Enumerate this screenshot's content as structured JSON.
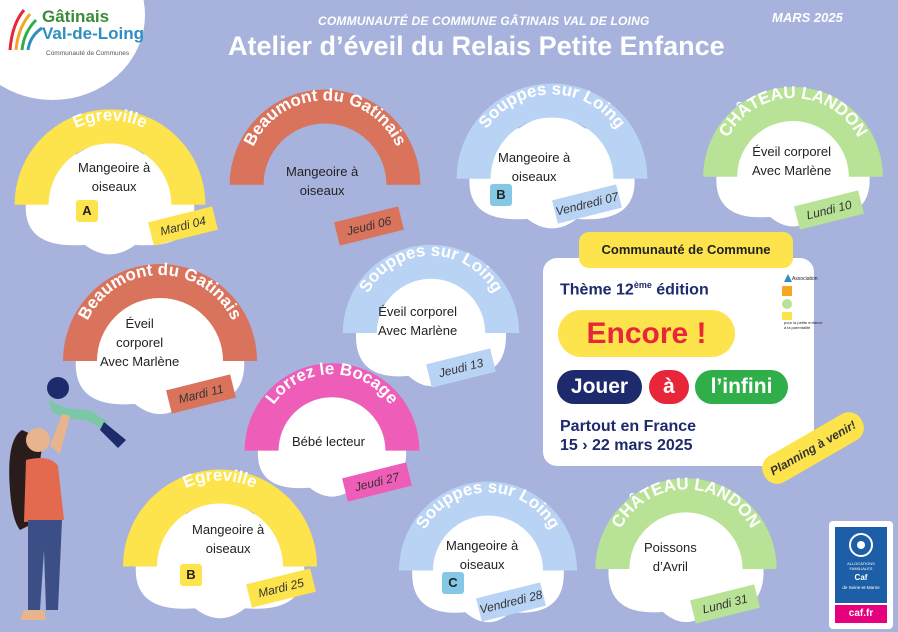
{
  "header": {
    "logo_line1": "Gâtinais",
    "logo_line2": "Val-de-Loing",
    "logo_sub": "Communauté de Communes",
    "subtitle": "COMMUNAUTÉ DE COMMUNE GÂTINAIS VAL DE LOING",
    "title": "Atelier d’éveil du Relais Petite Enfance",
    "date": "MARS 2025"
  },
  "colors": {
    "background": "#a7b3dc",
    "yellow": "#fde34c",
    "terracotta": "#d9735c",
    "light_blue": "#b9d3f5",
    "green": "#b8e396",
    "pink": "#ee5eb8",
    "navy": "#1d2a6b",
    "red": "#e8263a",
    "green_pill": "#2fae4a"
  },
  "sessions": [
    {
      "town": "Egreville",
      "activity_lines": [
        "Mangeoire à",
        "oiseaux"
      ],
      "group": "A",
      "day": "Mardi 04"
    },
    {
      "town": "Beaumont du Gatinais",
      "activity_lines": [
        "Mangeoire à",
        "oiseaux"
      ],
      "group": "",
      "day": "Jeudi 06"
    },
    {
      "town": "Souppes sur Loing",
      "activity_lines": [
        "Mangeoire à",
        "oiseaux"
      ],
      "group": "B",
      "day": "Vendredi 07"
    },
    {
      "town": "CHÂTEAU LANDON",
      "activity_lines": [
        "Éveil corporel",
        "Avec Marlène"
      ],
      "group": "",
      "day": "Lundi 10"
    },
    {
      "town": "Beaumont du Gatinais",
      "activity_lines": [
        "Éveil",
        "corporel",
        "Avec Marlène"
      ],
      "group": "",
      "day": "Mardi 11"
    },
    {
      "town": "Souppes sur Loing",
      "activity_lines": [
        "Éveil corporel",
        "Avec Marlène"
      ],
      "group": "",
      "day": "Jeudi 13"
    },
    {
      "town": "Lorrez le Bocage",
      "activity_lines": [
        "Bébé lecteur"
      ],
      "group": "",
      "day": "Jeudi 27"
    },
    {
      "town": "Egreville",
      "activity_lines": [
        "Mangeoire à",
        "oiseaux"
      ],
      "group": "B",
      "day": "Mardi 25"
    },
    {
      "town": "Souppes sur Loing",
      "activity_lines": [
        "Mangeoire à",
        "oiseaux"
      ],
      "group": "C",
      "day": "Vendredi 28"
    },
    {
      "town": "CHÂTEAU LANDON",
      "activity_lines": [
        "Poissons",
        "d’Avril"
      ],
      "group": "",
      "day": "Lundi 31"
    }
  ],
  "event": {
    "tag": "Communauté de Commune",
    "theme_prefix": "Thème 12",
    "theme_sup": "ème",
    "theme_suffix": " édition",
    "encore": "Encore !",
    "jouer": "Jouer",
    "a": "à",
    "infini": "l’infini",
    "partout": "Partout en France",
    "dates": "15 › 22 mars 2025",
    "acp_label": "Association",
    "acp_small": "pour la petite enfance à la parentalité"
  },
  "planning": "Planning à venir!",
  "caf": {
    "line1": "ALLOCATIONS FAMILIALES",
    "line2": "Caf",
    "line3": "de Seine-et-Marne",
    "web": "caf.fr"
  },
  "icons": {
    "logo": "gatinais-logo-icon",
    "acp": "acp-logo-icon",
    "caf": "caf-logo-icon",
    "illustration": "mother-child-illustration"
  }
}
